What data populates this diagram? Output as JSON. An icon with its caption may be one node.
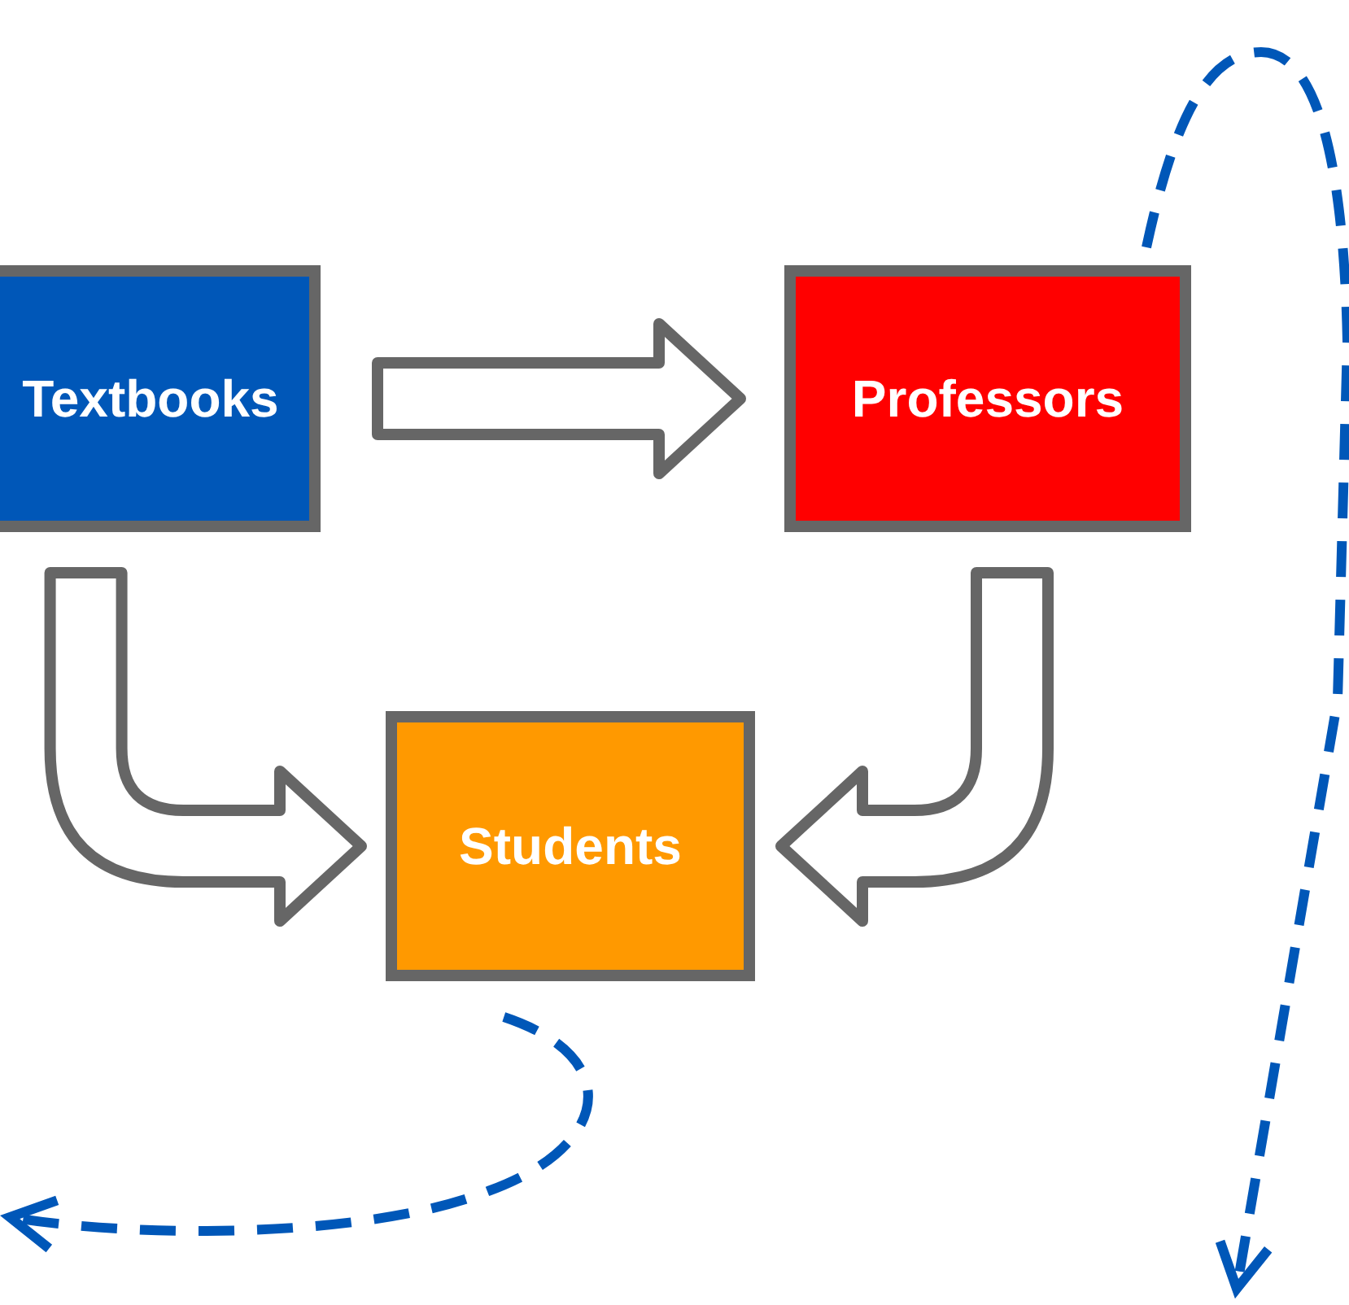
{
  "diagram": {
    "nodes": [
      {
        "text": [
          "Textbooks"
        ]
      },
      {
        "text": [
          "Professors"
        ]
      },
      {
        "text": [
          "Students"
        ]
      }
    ],
    "edges": [
      {
        "from": 0,
        "to": 1,
        "arrow": "to"
      },
      {
        "from": 0,
        "to": 2,
        "arrow": "to"
      },
      {
        "from": 1,
        "to": 2,
        "arrow": "to"
      },
      {
        "from": 2,
        "to": null,
        "arrow": "to",
        "style": "dashed",
        "color": "#0057b8"
      },
      {
        "from": 1,
        "to": null,
        "arrow": "to",
        "style": "dashed",
        "color": "#0057b8"
      }
    ]
  }
}
